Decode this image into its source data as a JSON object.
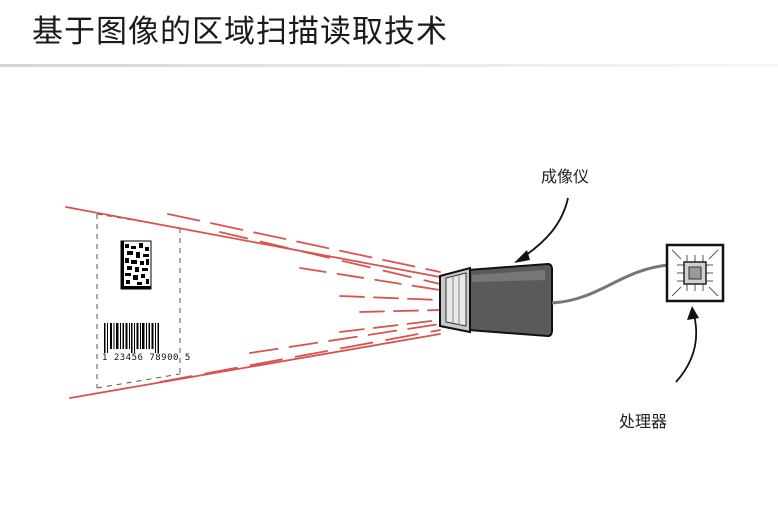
{
  "title": "基于图像的区域扫描读取技术",
  "labels": {
    "imager": "成像仪",
    "processor": "处理器"
  },
  "barcode": {
    "digits": "1 23456 78900 5"
  },
  "colors": {
    "scan_beam": "#d9534f",
    "camera_body": "#5a5a5a",
    "camera_lens": "#c9c9c9",
    "cable": "#777777",
    "text": "#222222"
  }
}
